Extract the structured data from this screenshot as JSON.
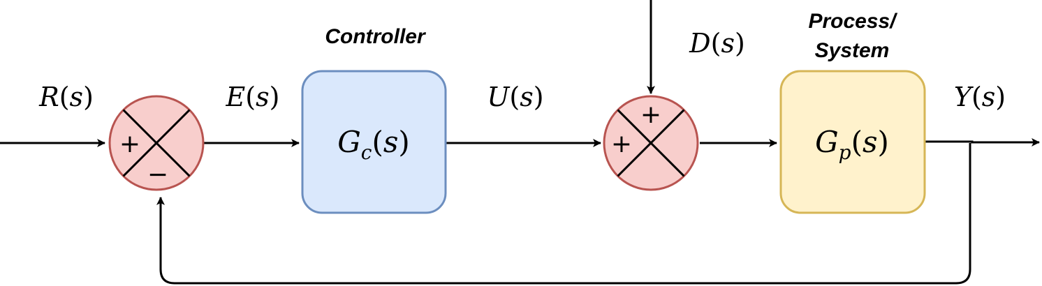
{
  "signals": {
    "reference": {
      "name": "R",
      "arg": "s"
    },
    "error": {
      "name": "E",
      "arg": "s"
    },
    "control": {
      "name": "U",
      "arg": "s"
    },
    "disturbance": {
      "name": "D",
      "arg": "s"
    },
    "output": {
      "name": "Y",
      "arg": "s"
    }
  },
  "blocks": {
    "controller": {
      "title": "Controller",
      "symbol": "G",
      "sub": "c",
      "arg": "s",
      "fill": "#dae8fc",
      "stroke": "#6c8ebf"
    },
    "process": {
      "title_line1": "Process/",
      "title_line2": "System",
      "symbol": "G",
      "sub": "p",
      "arg": "s",
      "fill": "#fff2cc",
      "stroke": "#d6b656"
    }
  },
  "summing_junctions": {
    "first": {
      "sign_left": "+",
      "sign_bottom": "−",
      "fill": "#f8cecc",
      "stroke": "#b85450"
    },
    "second": {
      "sign_top": "+",
      "sign_left": "+",
      "fill": "#f8cecc",
      "stroke": "#b85450"
    }
  }
}
